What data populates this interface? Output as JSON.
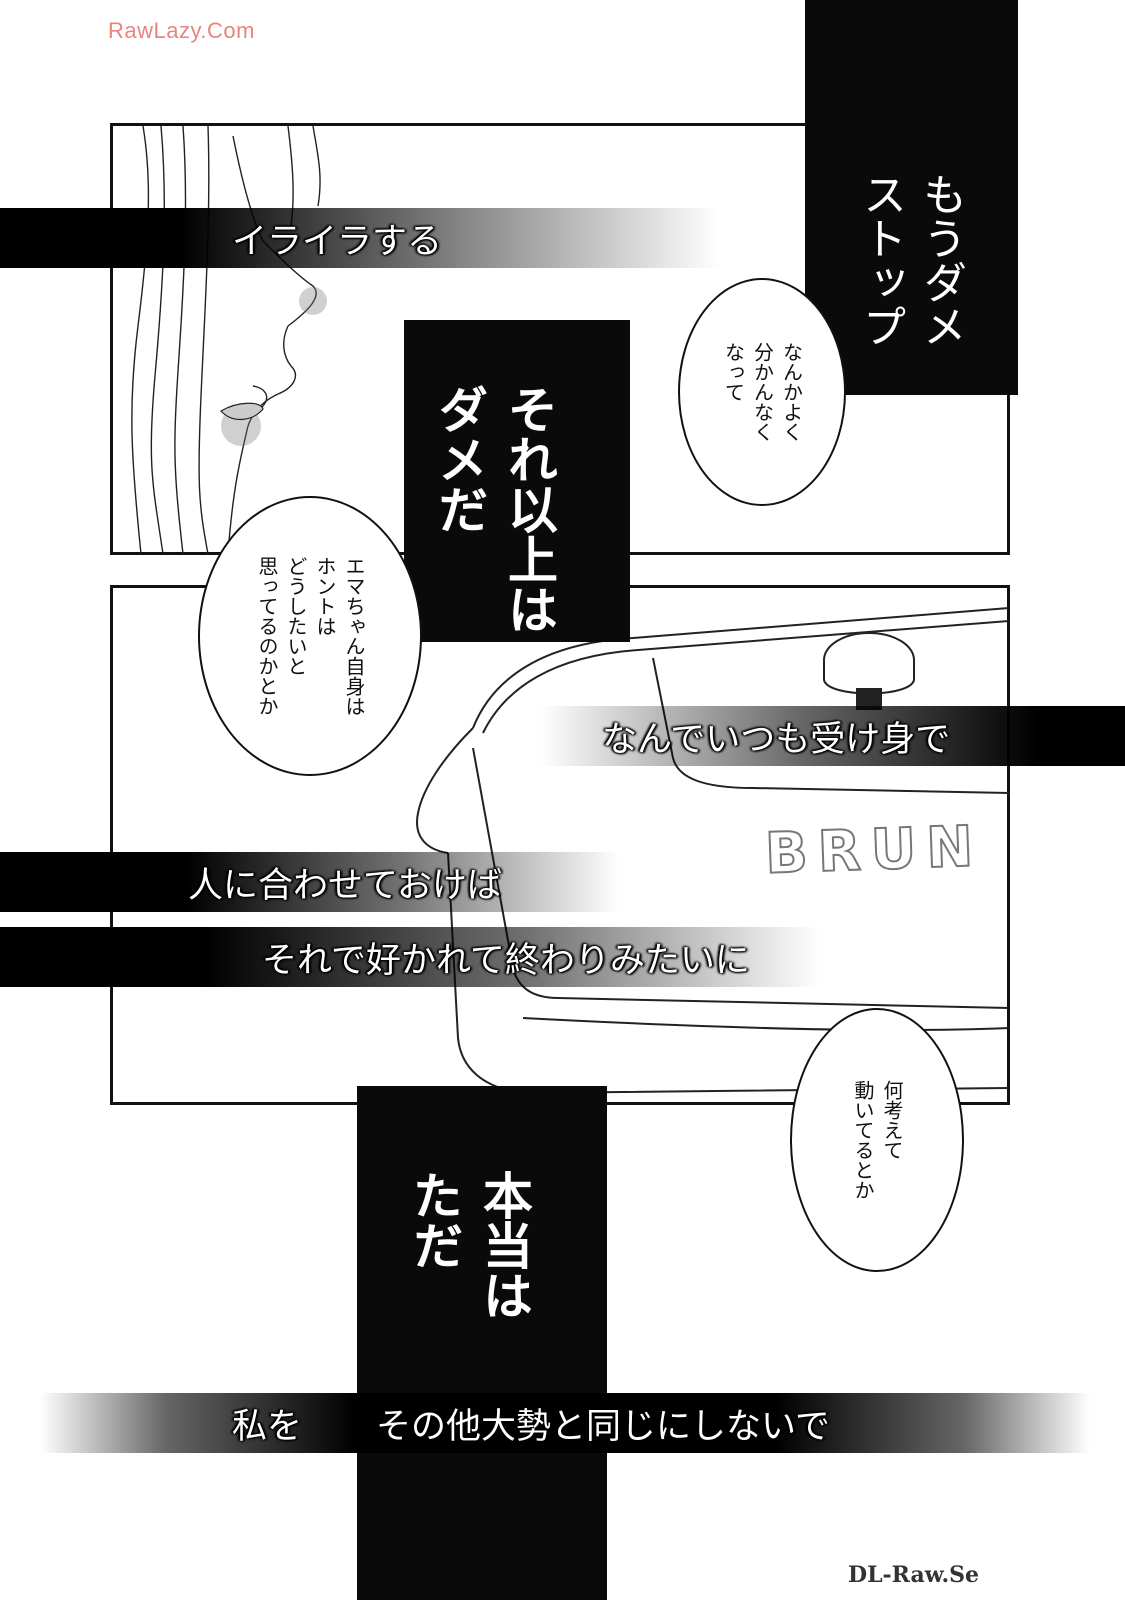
{
  "watermark_top": "RawLazy.Com",
  "watermark_bottom": "DL-Raw.Se",
  "colors": {
    "watermark_top": "#e8857e",
    "black": "#0a0a0a",
    "ink": "#111111"
  },
  "vertical_blocks": {
    "top_right": "もうダメ\nストップ",
    "middle": "それ以上は\nダメだ",
    "bottom": "本当は\nただ"
  },
  "bands": {
    "band1": "イライラする",
    "band2": "なんでいつも受け身で",
    "band3": "人に合わせておけば",
    "band4": "それで好かれて終わりみたいに",
    "band5_a": "私を",
    "band5_b": "その他大勢と同じにしないで"
  },
  "bubbles": {
    "bubble1": "なんかよく\n分かんなく\nなって",
    "bubble2": "エマちゃん自身は\nホントは\nどうしたいと\n思ってるのかとか",
    "bubble3": "何考えて\n動いてるとか"
  },
  "art": {
    "logo_text": "BRUN"
  }
}
